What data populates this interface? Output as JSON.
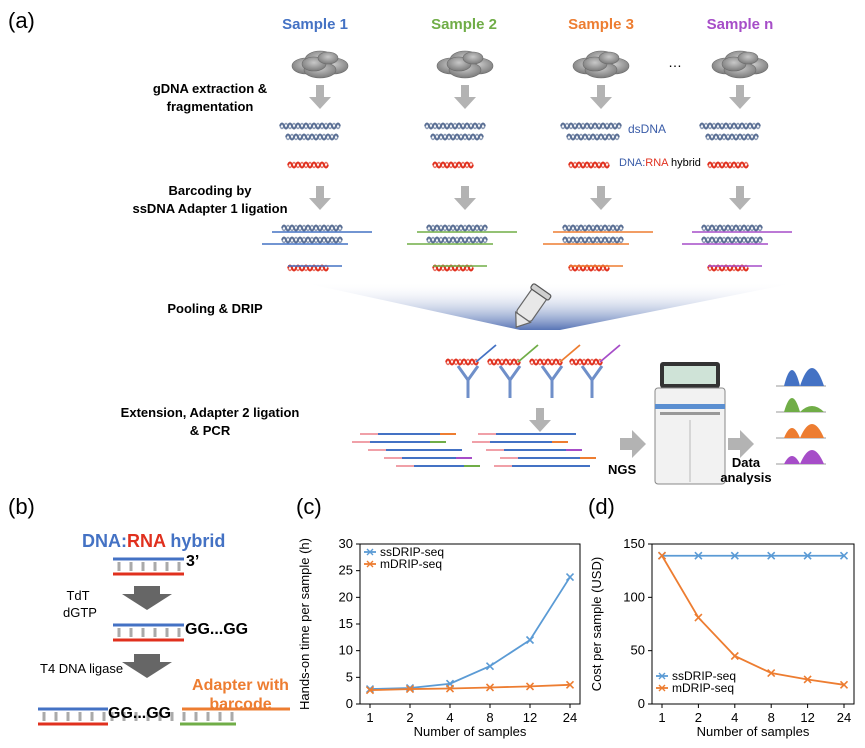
{
  "panels": {
    "a": "(a)",
    "b": "(b)",
    "c": "(c)",
    "d": "(d)"
  },
  "samples": [
    {
      "label": "Sample 1",
      "color": "#4472c4"
    },
    {
      "label": "Sample 2",
      "color": "#70ad47"
    },
    {
      "label": "Sample 3",
      "color": "#ed7d31"
    },
    {
      "label": "Sample n",
      "color": "#a64dc8"
    }
  ],
  "ellipsis": "…",
  "steps": {
    "extraction": [
      "gDNA extraction &",
      "fragmentation"
    ],
    "barcoding": [
      "Barcoding by",
      "ssDNA Adapter 1 ligation"
    ],
    "pooling": "Pooling & DRIP",
    "extension": [
      "Extension, Adapter 2 ligation",
      "& PCR"
    ]
  },
  "legend_a": {
    "dsdna": "dsDNA",
    "hybrid_dna": "DNA:",
    "hybrid_rna": "RNA",
    "hybrid_rest": " hybrid"
  },
  "ngs": "NGS",
  "data_analysis": [
    "Data",
    "analysis"
  ],
  "panel_b": {
    "title_dna": "DNA:",
    "title_rna": "RNA",
    "title_hybrid": " hybrid",
    "three_prime": "3’",
    "tdt": [
      "TdT",
      "dGTP"
    ],
    "gg1": "GG...GG",
    "ligase": "T4 DNA ligase",
    "gg2": "GG...GG",
    "adapter": [
      "Adapter with",
      "barcode"
    ]
  },
  "colors": {
    "blue": "#4472c4",
    "red": "#e0301e",
    "orange": "#ed7d31",
    "green": "#70ad47",
    "purple": "#a64dc8",
    "gray": "#8a8a8a"
  },
  "chart_data": [
    {
      "type": "line",
      "panel": "c",
      "categories": [
        "1",
        "2",
        "4",
        "8",
        "12",
        "24"
      ],
      "series": [
        {
          "name": "ssDRIP-seq",
          "values": [
            2.8,
            3.0,
            3.8,
            7.1,
            12.0,
            23.8
          ]
        },
        {
          "name": "mDRIP-seq",
          "values": [
            2.6,
            2.8,
            2.9,
            3.1,
            3.3,
            3.6
          ]
        }
      ],
      "xlabel": "Number of samples",
      "ylabel": "Hands-on time per sample (h)",
      "ylim": [
        0,
        30
      ],
      "yticks": [
        "0",
        "5",
        "10",
        "15",
        "20",
        "25",
        "30"
      ],
      "legend": "top-left"
    },
    {
      "type": "line",
      "panel": "d",
      "categories": [
        "1",
        "2",
        "4",
        "8",
        "12",
        "24"
      ],
      "series": [
        {
          "name": "ssDRIP-seq",
          "values": [
            139,
            139,
            139,
            139,
            139,
            139
          ]
        },
        {
          "name": "mDRIP-seq",
          "values": [
            139,
            81,
            45,
            29,
            23,
            18
          ]
        }
      ],
      "xlabel": "Number of samples",
      "ylabel": "Cost per sample (USD)",
      "ylim": [
        0,
        150
      ],
      "yticks": [
        "0",
        "50",
        "100",
        "150"
      ],
      "legend": "bottom-left"
    }
  ]
}
